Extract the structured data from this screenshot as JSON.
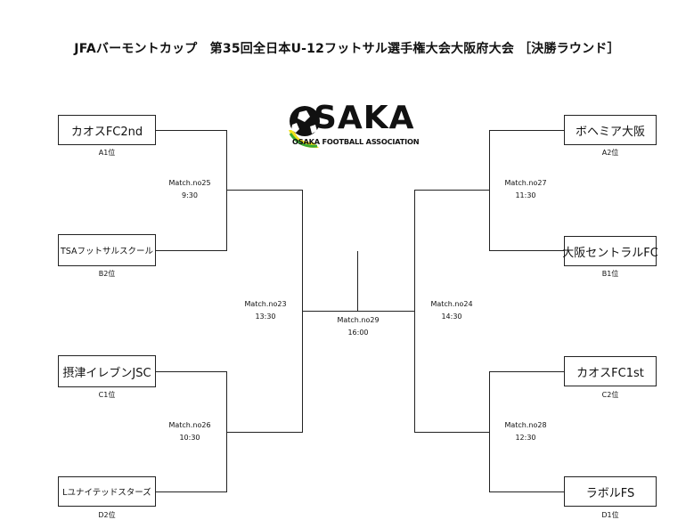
{
  "title": "JFAバーモントカップ　第35回全日本U-12フットサル選手権大会大阪府大会 ［決勝ラウンド］",
  "logo": {
    "word": "SAKA",
    "sub": "OSAKA FOOTBALL ASSOCIATION",
    "colors": {
      "yellow": "#f2e21b",
      "green": "#3aa935",
      "black": "#111111"
    }
  },
  "teams": {
    "a1": {
      "name": "カオスFC2nd",
      "seed": "A1位"
    },
    "b2": {
      "name": "TSAフットサルスクール",
      "seed": "B2位"
    },
    "c1": {
      "name": "摂津イレブンJSC",
      "seed": "C1位"
    },
    "d2": {
      "name": "Lユナイテッドスターズ",
      "seed": "D2位"
    },
    "a2": {
      "name": "ボヘミア大阪",
      "seed": "A2位"
    },
    "b1": {
      "name": "大阪セントラルFC",
      "seed": "B1位"
    },
    "c2": {
      "name": "カオスFC1st",
      "seed": "C2位"
    },
    "d1": {
      "name": "ラボルFS",
      "seed": "D1位"
    }
  },
  "matches": {
    "m25": {
      "label": "Match.no25",
      "time": "9:30"
    },
    "m26": {
      "label": "Match.no26",
      "time": "10:30"
    },
    "m27": {
      "label": "Match.no27",
      "time": "11:30"
    },
    "m28": {
      "label": "Match.no28",
      "time": "12:30"
    },
    "m23": {
      "label": "Match.no23",
      "time": "13:30"
    },
    "m24": {
      "label": "Match.no24",
      "time": "14:30"
    },
    "m29": {
      "label": "Match.no29",
      "time": "16:00"
    }
  }
}
